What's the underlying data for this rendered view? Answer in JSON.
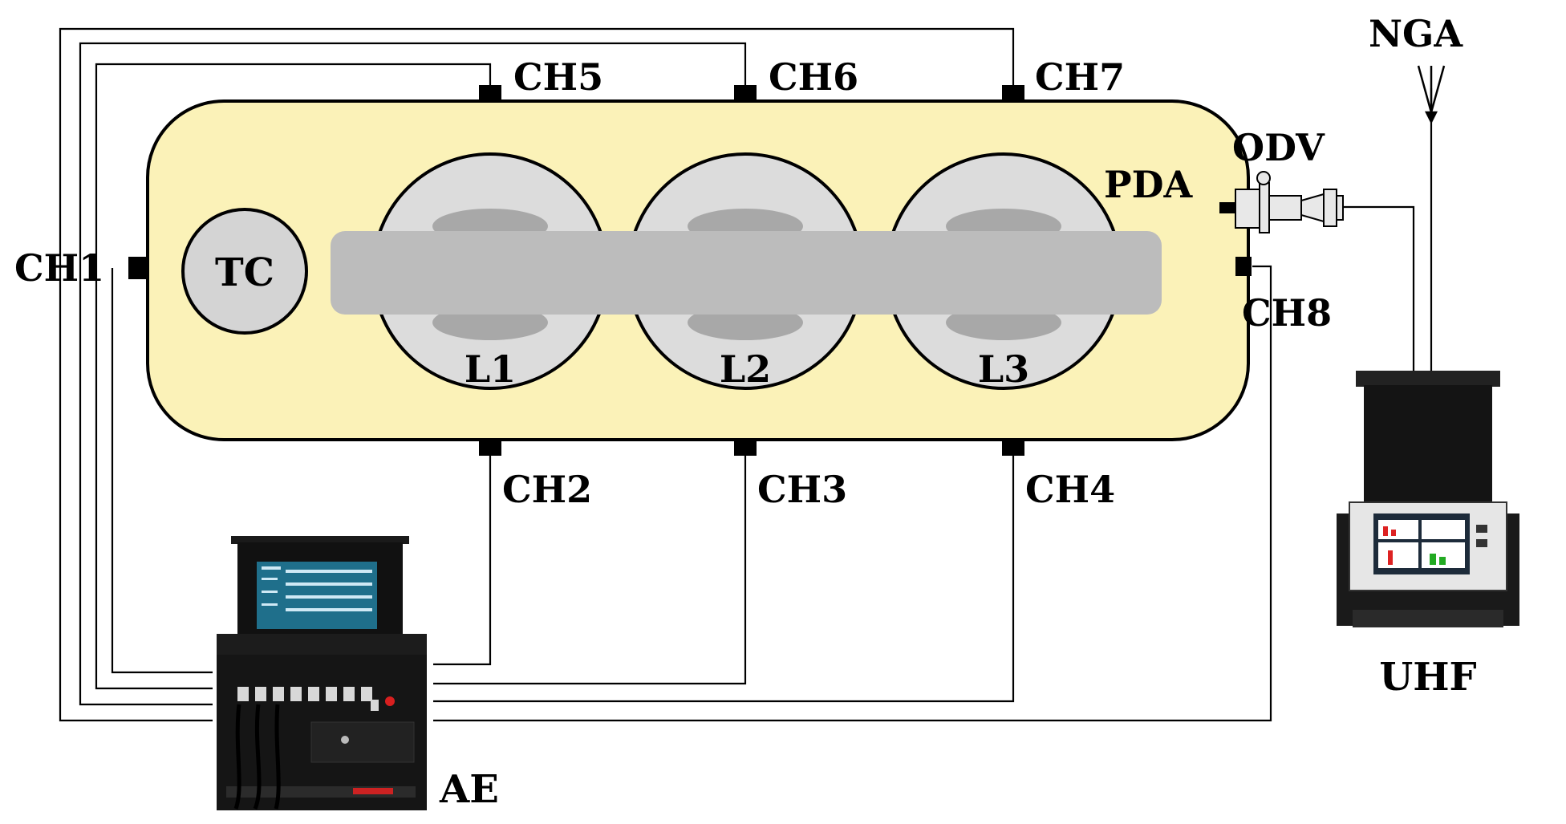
{
  "labels": {
    "ch1": "CH1",
    "ch2": "CH2",
    "ch3": "CH3",
    "ch4": "CH4",
    "ch5": "CH5",
    "ch6": "CH6",
    "ch7": "CH7",
    "ch8": "CH8",
    "tc": "TC",
    "l1": "L1",
    "l2": "L2",
    "l3": "L3",
    "pda": "PDA",
    "odv": "ODV",
    "nga": "NGA",
    "uhf": "UHF",
    "ae": "AE"
  },
  "colors": {
    "tank_fill": "#fbf2b8",
    "winding_fill": "#dcdcdc",
    "core_fill": "#bcbcbc",
    "core_shadow": "#a8a8a8",
    "sensor": "#000000",
    "background": "#ffffff"
  },
  "icons": {
    "ae_device": "acoustic-emission-instrument-icon",
    "uhf_device": "uhf-analyzer-case-icon",
    "nga": "antenna-icon",
    "odv": "drain-valve-icon"
  }
}
